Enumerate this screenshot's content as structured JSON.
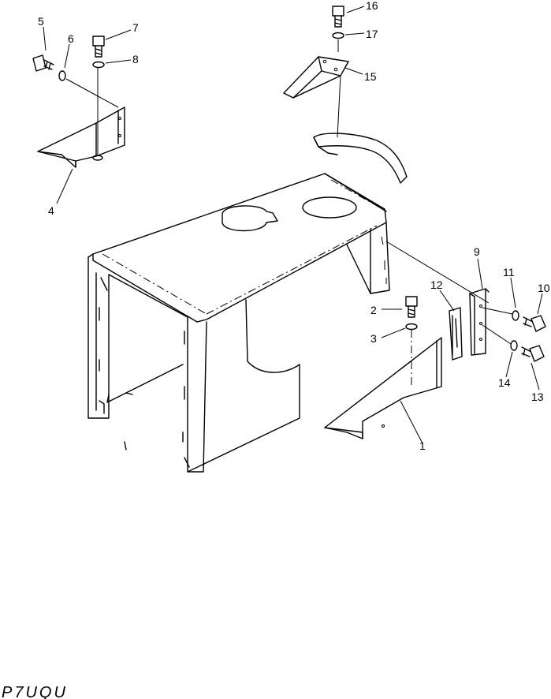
{
  "callouts": [
    {
      "id": "1",
      "part": "cover"
    },
    {
      "id": "2",
      "part": "bolt"
    },
    {
      "id": "3",
      "part": "washer"
    },
    {
      "id": "4",
      "part": "cover"
    },
    {
      "id": "5",
      "part": "bolt"
    },
    {
      "id": "6",
      "part": "washer"
    },
    {
      "id": "7",
      "part": "bolt"
    },
    {
      "id": "8",
      "part": "washer"
    },
    {
      "id": "9",
      "part": "bracket"
    },
    {
      "id": "10",
      "part": "bolt"
    },
    {
      "id": "11",
      "part": "washer"
    },
    {
      "id": "12",
      "part": "plate"
    },
    {
      "id": "13",
      "part": "bolt"
    },
    {
      "id": "14",
      "part": "washer"
    },
    {
      "id": "15",
      "part": "bracket"
    },
    {
      "id": "16",
      "part": "bolt"
    },
    {
      "id": "17",
      "part": "washer"
    }
  ],
  "drawing_code": "P7UQU"
}
